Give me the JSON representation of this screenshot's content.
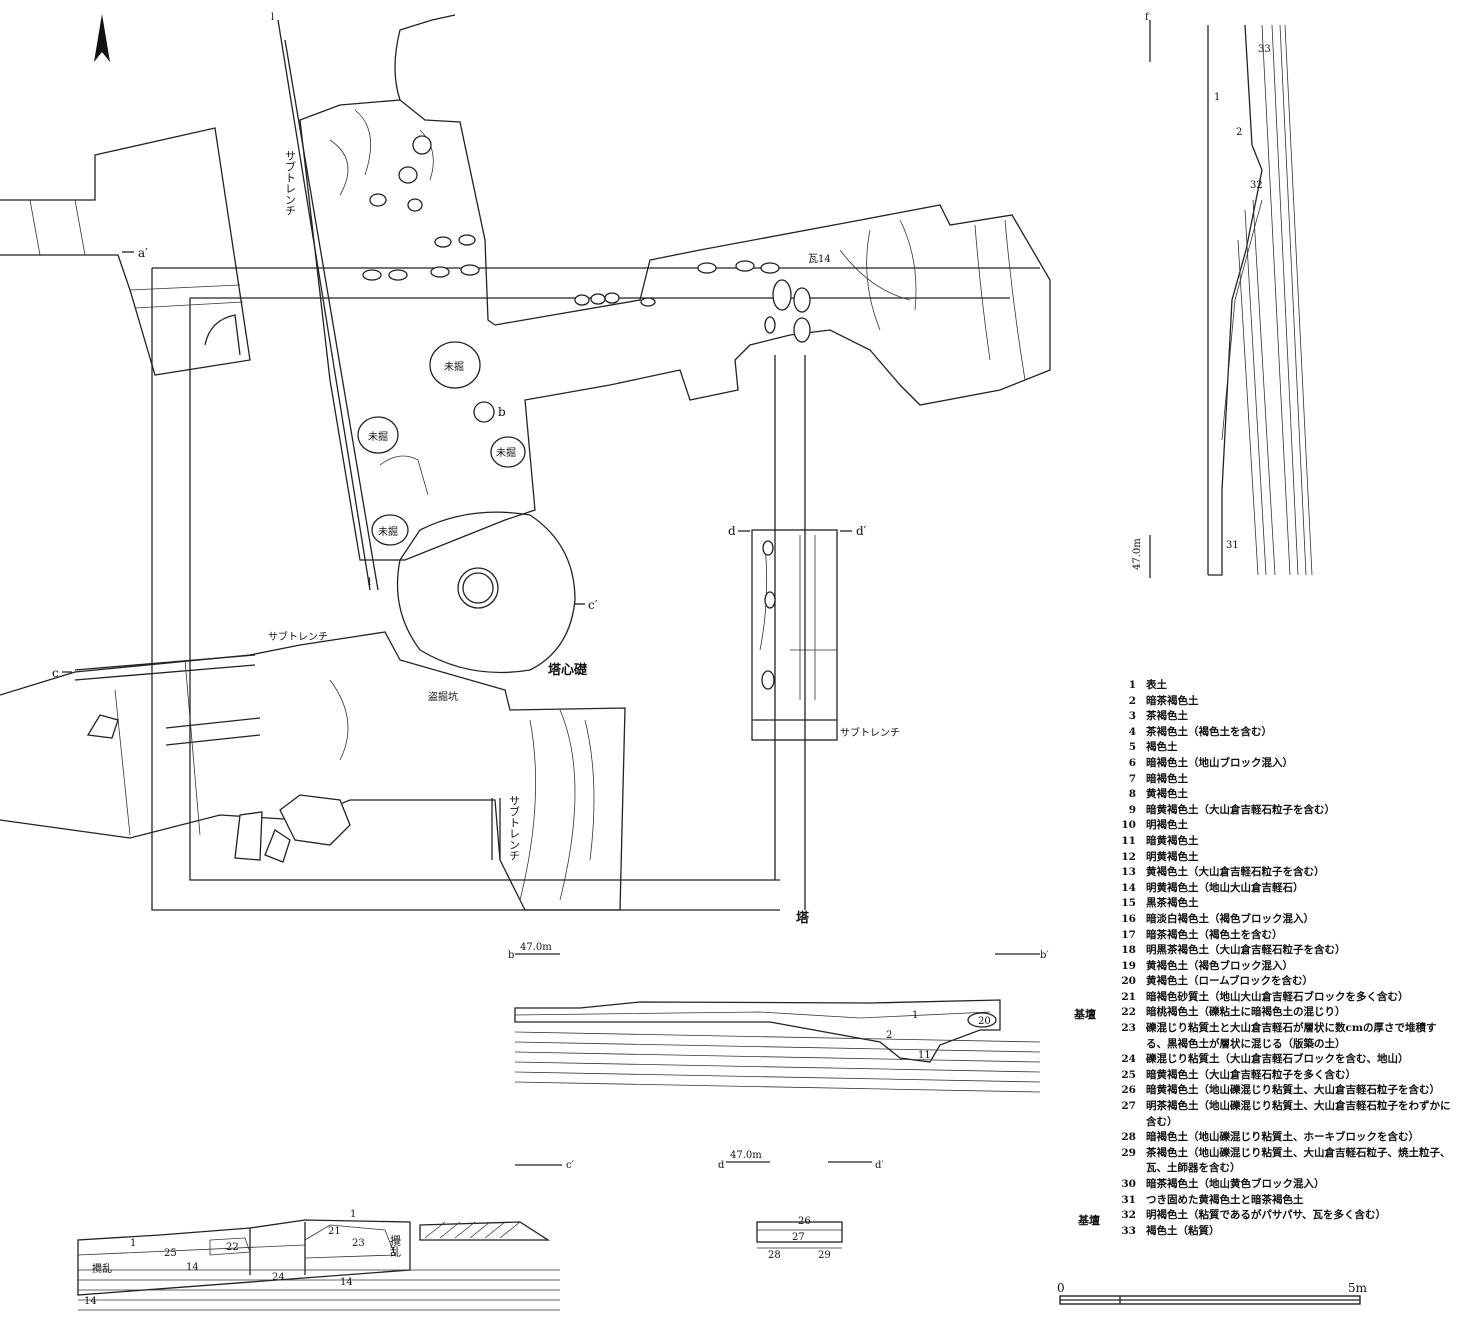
{
  "plan": {
    "section_marks": {
      "a_prime": "a′",
      "b": "b",
      "b_prime": "b′",
      "c": "c",
      "c_prime": "c′",
      "d": "d",
      "d_prime": "d′",
      "f": "f"
    },
    "features": {
      "sub_trench": "サブトレンチ",
      "unexcavated": "未掘",
      "tile14": "瓦14",
      "heart_stone": "塔心礎",
      "robbing_pit": "盗掘坑",
      "tower": "塔"
    }
  },
  "sections": {
    "b_elev": "47.0m",
    "d_elev": "47.0m",
    "f_elev": "47.0m",
    "b_layers": [
      "1",
      "2",
      "11",
      "20"
    ],
    "c_layers": [
      "1",
      "14",
      "14",
      "14",
      "21",
      "22",
      "23",
      "24",
      "25"
    ],
    "c_disturb": "攪乱",
    "d_layers": [
      "26",
      "27",
      "28",
      "29"
    ],
    "f_layers": [
      "1",
      "2",
      "31",
      "32",
      "33"
    ]
  },
  "scale": {
    "zero": "0",
    "five": "5m"
  },
  "legend": {
    "kidan1": "基壇",
    "kidan2": "基壇",
    "items": [
      {
        "no": "1",
        "text": "表土"
      },
      {
        "no": "2",
        "text": "暗茶褐色土"
      },
      {
        "no": "3",
        "text": "茶褐色土"
      },
      {
        "no": "4",
        "text": "茶褐色土（褐色土を含む）"
      },
      {
        "no": "5",
        "text": "褐色土"
      },
      {
        "no": "6",
        "text": "暗褐色土（地山ブロック混入）"
      },
      {
        "no": "7",
        "text": "暗褐色土"
      },
      {
        "no": "8",
        "text": "黄褐色土"
      },
      {
        "no": "9",
        "text": "暗黄褐色土（大山倉吉軽石粒子を含む）"
      },
      {
        "no": "10",
        "text": "明褐色土"
      },
      {
        "no": "11",
        "text": "暗黄褐色土"
      },
      {
        "no": "12",
        "text": "明黄褐色土"
      },
      {
        "no": "13",
        "text": "黄褐色土（大山倉吉軽石粒子を含む）"
      },
      {
        "no": "14",
        "text": "明黄褐色土（地山大山倉吉軽石）"
      },
      {
        "no": "15",
        "text": "黒茶褐色土"
      },
      {
        "no": "16",
        "text": "暗淡白褐色土（褐色ブロック混入）"
      },
      {
        "no": "17",
        "text": "暗茶褐色土（褐色土を含む）"
      },
      {
        "no": "18",
        "text": "明黒茶褐色土（大山倉吉軽石粒子を含む）"
      },
      {
        "no": "19",
        "text": "黄褐色土（褐色ブロック混入）"
      },
      {
        "no": "20",
        "text": "黄褐色土（ロームブロックを含む）"
      },
      {
        "no": "21",
        "text": "暗褐色砂質土（地山大山倉吉軽石ブロックを多く含む）"
      },
      {
        "no": "22",
        "text": "暗桃褐色土（礫粘土に暗褐色土の混じり）"
      },
      {
        "no": "23",
        "text": "礫混じり粘質土と大山倉吉軽石が層状に数cmの厚さで堆積する、黒褐色土が層状に混じる（版築の土）"
      },
      {
        "no": "24",
        "text": "礫混じり粘質土（大山倉吉軽石ブロックを含む、地山）"
      },
      {
        "no": "25",
        "text": "暗黄褐色土（大山倉吉軽石粒子を多く含む）"
      },
      {
        "no": "26",
        "text": "暗黄褐色土（地山礫混じり粘質土、大山倉吉軽石粒子を含む）"
      },
      {
        "no": "27",
        "text": "明茶褐色土（地山礫混じり粘質土、大山倉吉軽石粒子をわずかに含む）"
      },
      {
        "no": "28",
        "text": "暗褐色土（地山礫混じり粘質土、ホーキブロックを含む）"
      },
      {
        "no": "29",
        "text": "茶褐色土（地山礫混じり粘質土、大山倉吉軽石粒子、焼土粒子、瓦、土師器を含む）"
      },
      {
        "no": "30",
        "text": "暗茶褐色土（地山黄色ブロック混入）"
      },
      {
        "no": "31",
        "text": "つき固めた黄褐色土と暗茶褐色土"
      },
      {
        "no": "32",
        "text": "明褐色土（粘質であるがパサパサ、瓦を多く含む）"
      },
      {
        "no": "33",
        "text": "褐色土（粘質）"
      }
    ]
  }
}
